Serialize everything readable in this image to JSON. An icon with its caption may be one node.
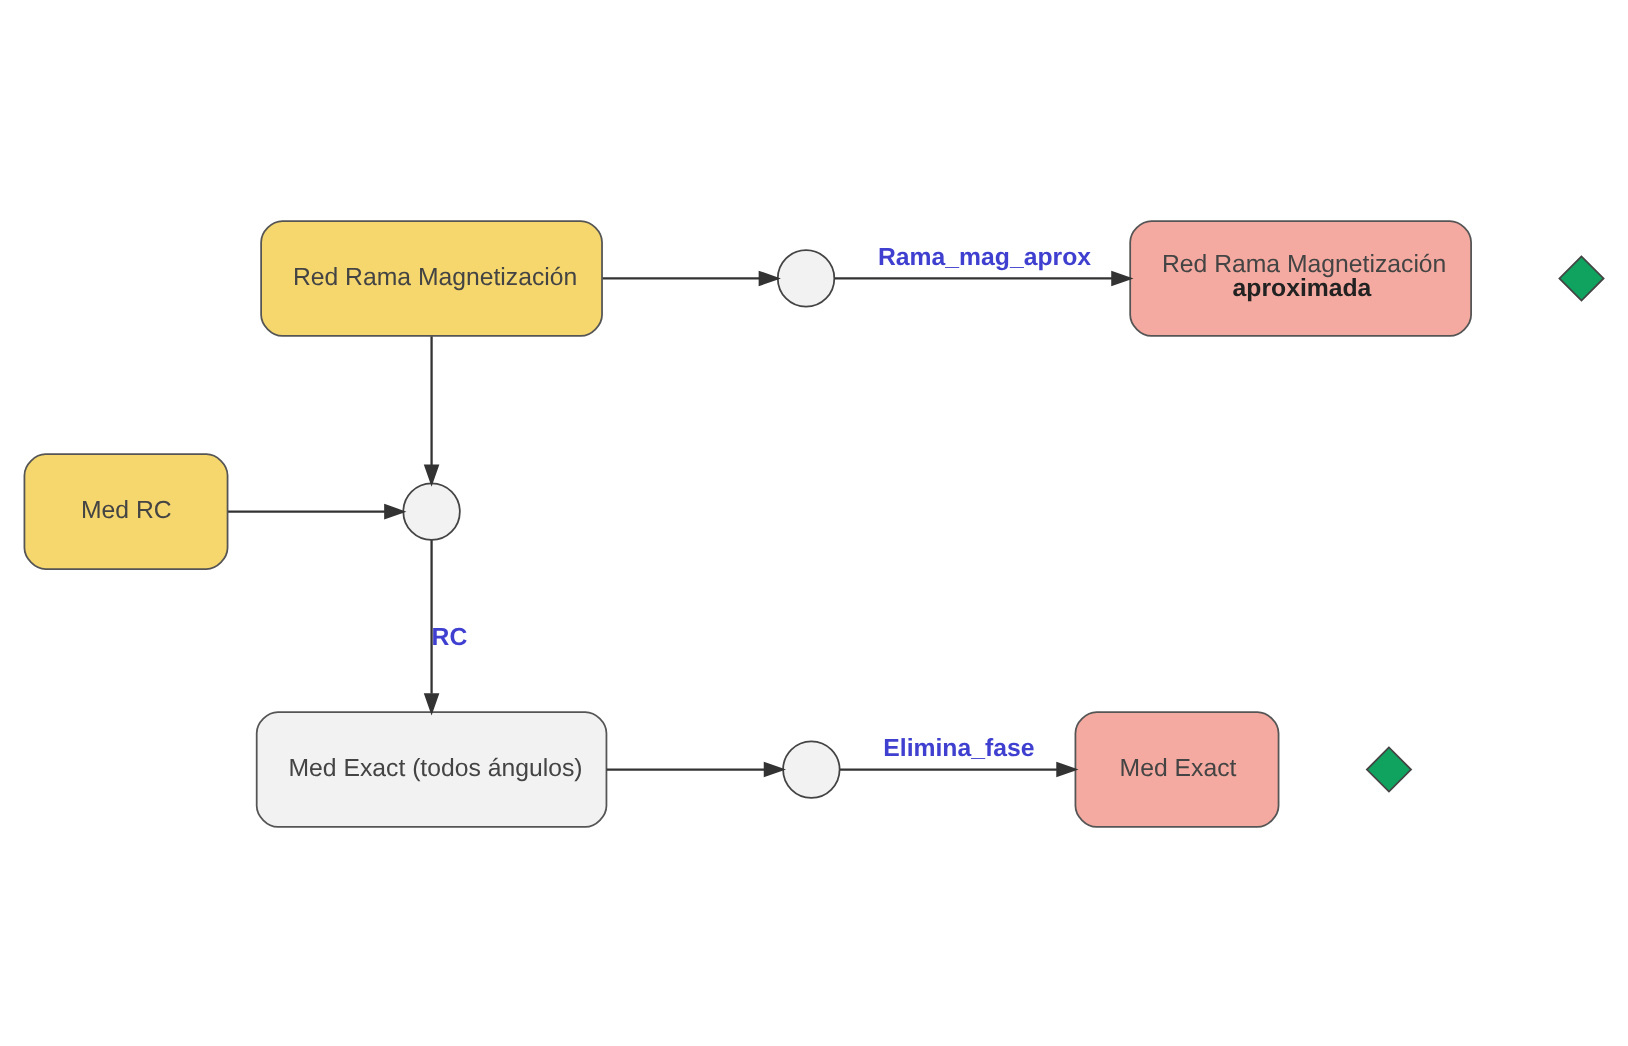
{
  "diagram": {
    "nodes": [
      {
        "text": [
          "Red Rama Magnetización"
        ]
      },
      {
        "text": [],
        "shape": "circle"
      },
      {
        "text": [],
        "shape": "diamond"
      },
      {
        "text": [
          "Red Rama Magnetización",
          "aproximada"
        ]
      },
      {
        "text": [
          "Med RC"
        ]
      },
      {
        "text": [],
        "shape": "circle"
      },
      {
        "text": [
          "Med Exact (todos ángulos)"
        ]
      },
      {
        "text": [],
        "shape": "circle"
      },
      {
        "text": [],
        "shape": "diamond"
      },
      {
        "text": [
          "Med Exact"
        ]
      }
    ],
    "edges": [
      {
        "from": 0,
        "to": 1,
        "arrow": "to"
      },
      {
        "from": 1,
        "to": 3,
        "arrow": "to",
        "label": "Rama_mag_aprox"
      },
      {
        "from": 0,
        "to": 5,
        "arrow": "to"
      },
      {
        "from": 4,
        "to": 5,
        "arrow": "to"
      },
      {
        "from": 5,
        "to": 6,
        "arrow": "to",
        "label": "RC"
      },
      {
        "from": 6,
        "to": 7,
        "arrow": "to"
      },
      {
        "from": 7,
        "to": 9,
        "arrow": "to",
        "label": "Elimina_fase"
      }
    ]
  }
}
